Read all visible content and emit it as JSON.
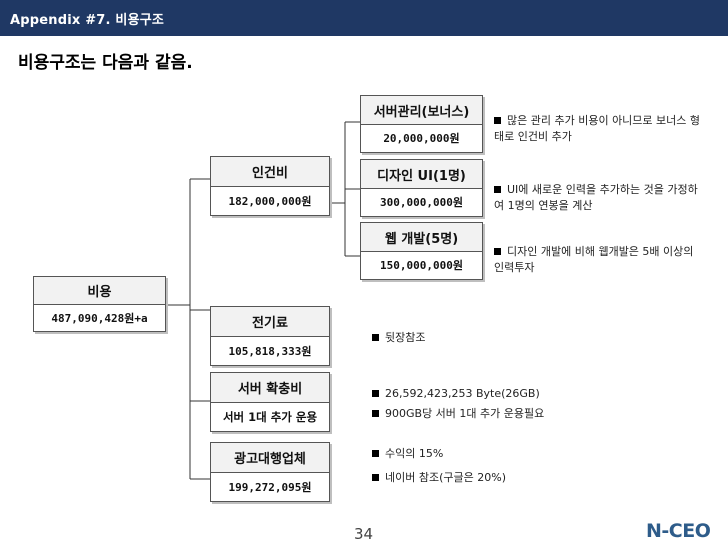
{
  "header": {
    "title": "Appendix  #7. 비용구조"
  },
  "subtitle": "비용구조는 다음과 같음.",
  "root": {
    "label": "비용",
    "value": "487,090,428원+a"
  },
  "categories": [
    {
      "label": "인건비",
      "value": "182,000,000원"
    },
    {
      "label": "전기료",
      "value": "105,818,333원"
    },
    {
      "label": "서버 확충비",
      "value": "서버 1대 추가 운용"
    },
    {
      "label": "광고대행업체",
      "value": "199,272,095원"
    }
  ],
  "personnel": [
    {
      "label": "서버관리(보너스)",
      "value": "20,000,000원"
    },
    {
      "label": "디자인 UI(1명)",
      "value": "300,000,000원"
    },
    {
      "label": "웹 개발(5명)",
      "value": "150,000,000원"
    }
  ],
  "notes": {
    "server_mgmt": "많은 관리 추가 비용이 아니므로 보너스 형태로 인건비 추가",
    "design_ui": "UI에 새로운 인력을 추가하는 것을 가정하여 1명의 연봉을 계산",
    "web_dev": "디자인 개발에 비해 웹개발은 5배 이상의 인력투자",
    "electricity": "뒷장참조",
    "server_1": "26,592,423,253 Byte(26GB)",
    "server_2": "900GB당 서버 1대 추가 운용필요",
    "ad_1": "수익의 15%",
    "ad_2": "네이버 참조(구글은 20%)"
  },
  "page_number": "34",
  "logo": "N-CEO",
  "colors": {
    "header": "#1f3864",
    "logo": "#2e5c8a"
  }
}
